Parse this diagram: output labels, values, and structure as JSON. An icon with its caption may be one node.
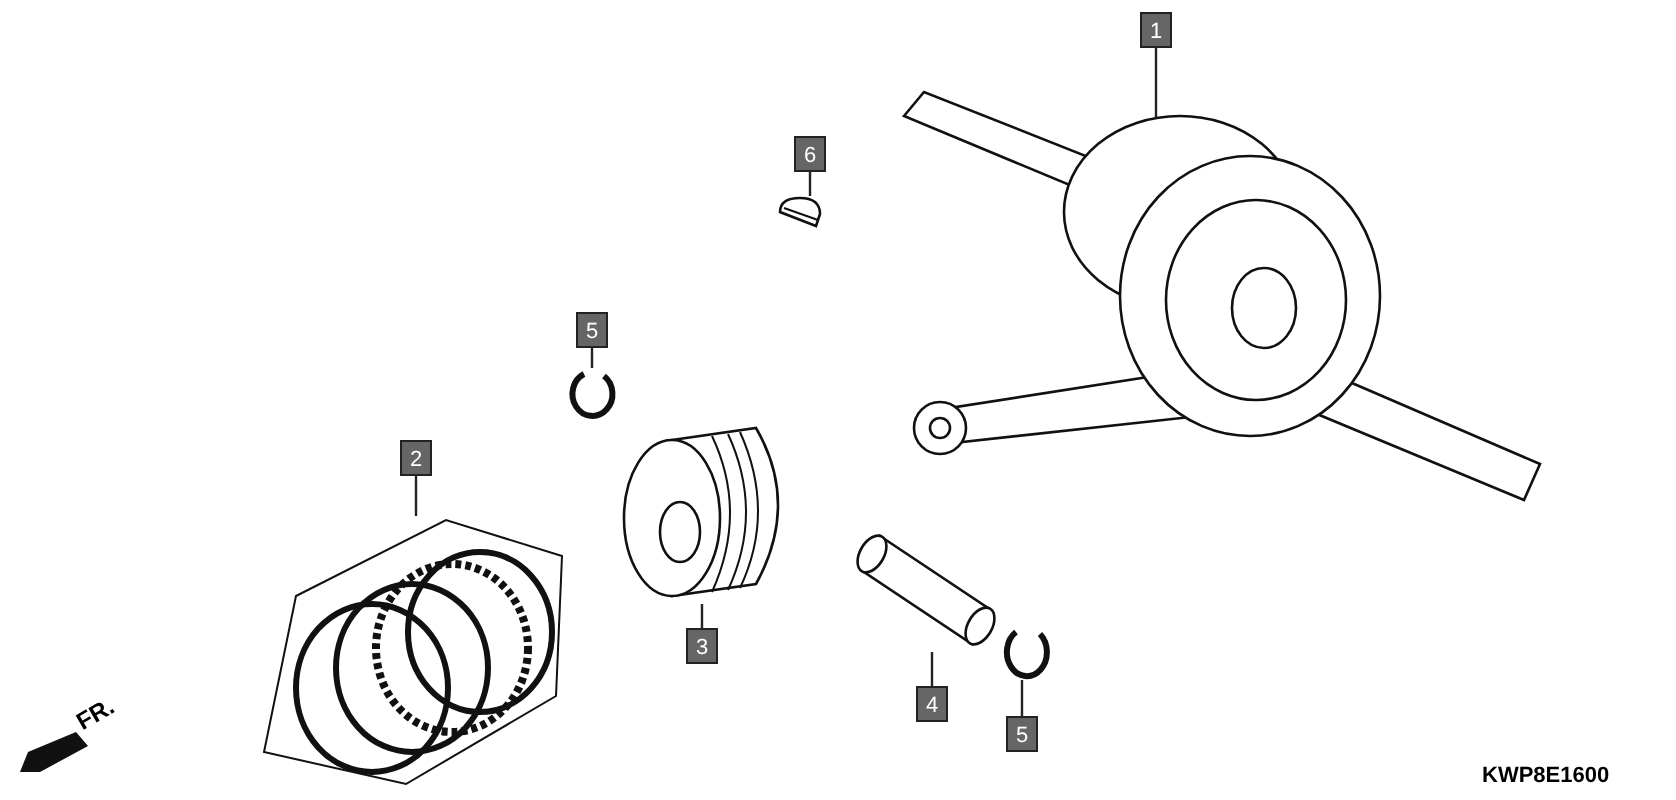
{
  "diagram": {
    "nodes": [
      {
        "text": [
          "1"
        ]
      },
      {
        "text": [],
        "shape": "picture"
      },
      {
        "text": [
          "6"
        ]
      },
      {
        "text": [],
        "shape": "picture"
      },
      {
        "text": [
          "5"
        ]
      },
      {
        "text": [],
        "shape": "picture"
      },
      {
        "text": [
          "2"
        ]
      },
      {
        "text": [],
        "shape": "picture"
      },
      {
        "text": [
          "3"
        ]
      },
      {
        "text": [],
        "shape": "picture"
      },
      {
        "text": [
          "4"
        ]
      },
      {
        "text": [],
        "shape": "picture"
      },
      {
        "text": [
          "5"
        ]
      },
      {
        "text": [],
        "shape": "picture"
      }
    ],
    "edges": [
      {
        "from": 0,
        "to": 1,
        "arrow": "none"
      },
      {
        "from": 2,
        "to": 3,
        "arrow": "none"
      },
      {
        "from": 4,
        "to": 5,
        "arrow": "none"
      },
      {
        "from": 6,
        "to": 7,
        "arrow": "none"
      },
      {
        "from": 8,
        "to": 9,
        "arrow": "none"
      },
      {
        "from": 10,
        "to": 11,
        "arrow": "none"
      },
      {
        "from": 12,
        "to": 13,
        "arrow": "none"
      }
    ],
    "labels": [
      "FR.",
      "KWP8E1600"
    ]
  }
}
